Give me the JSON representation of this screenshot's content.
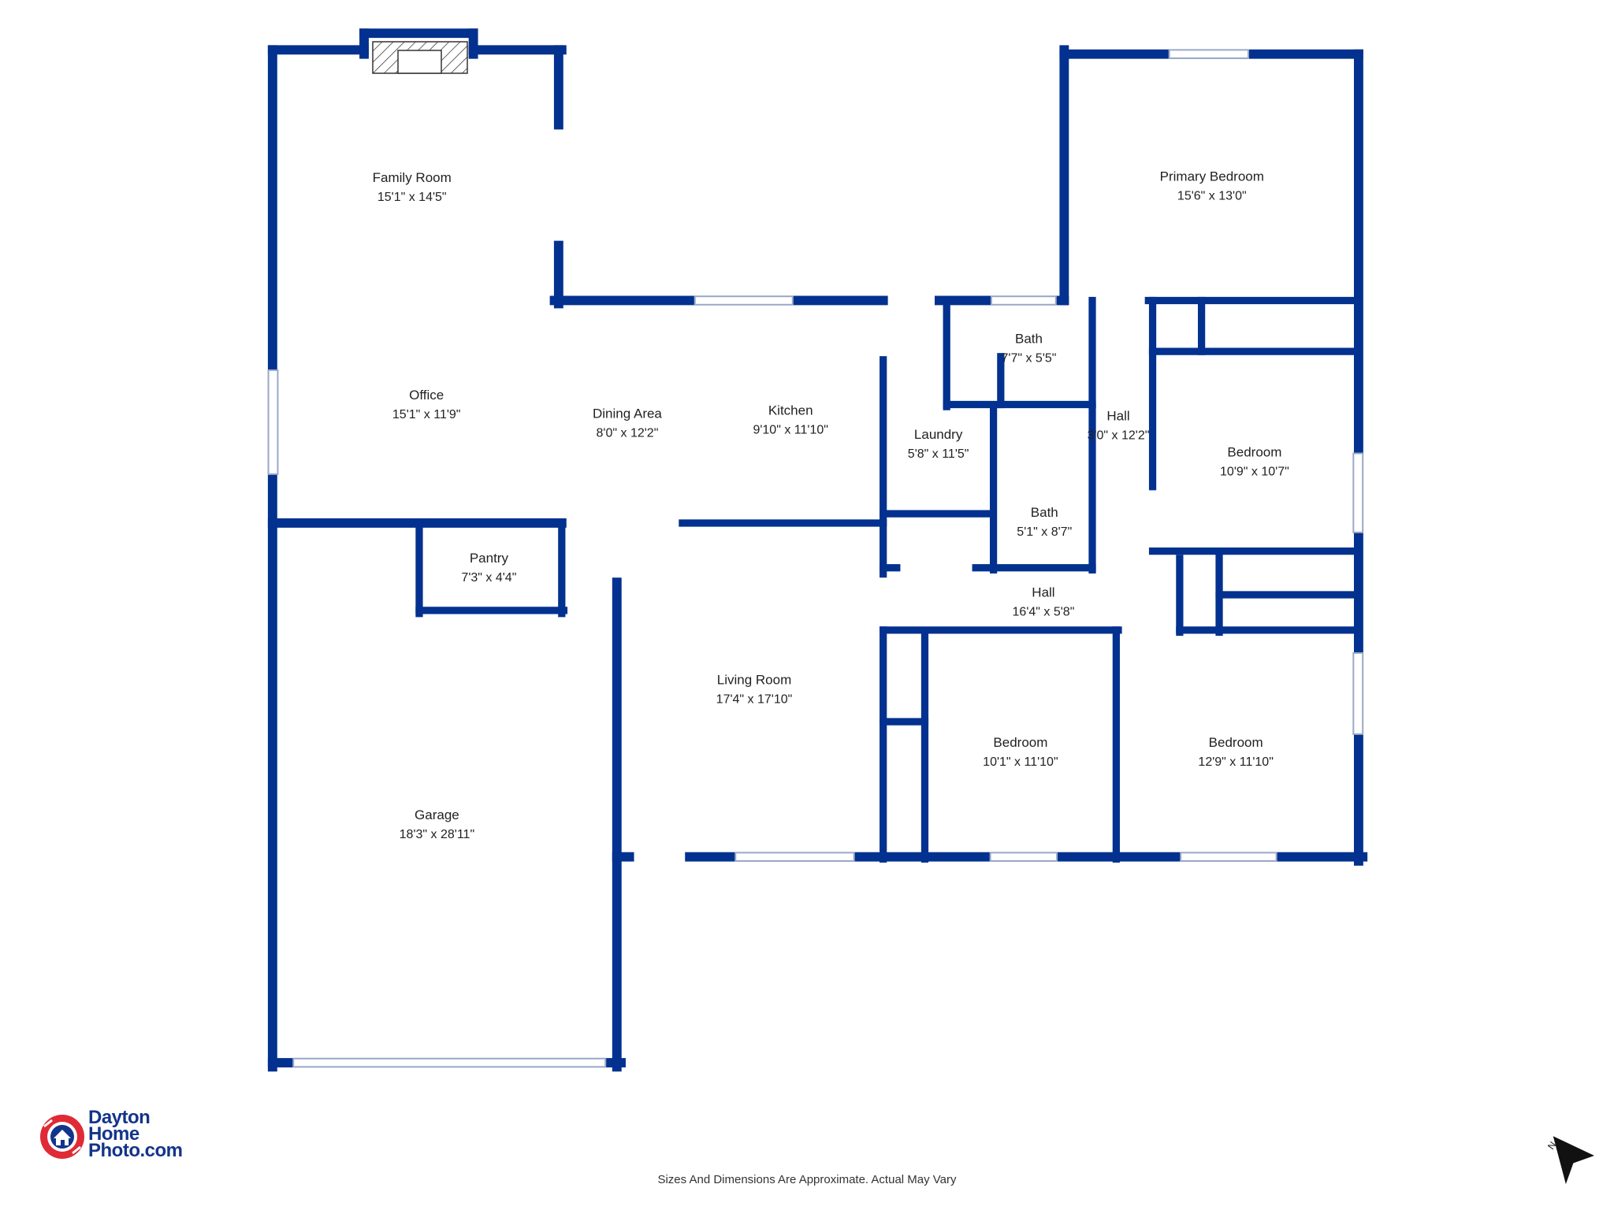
{
  "colors": {
    "wall": "#03318f",
    "window": "#9aa8c8",
    "text": "#222222",
    "logo_red": "#e02a35",
    "logo_blue": "#13348a",
    "compass": "#111111"
  },
  "rooms": [
    {
      "name": "Family Room",
      "dims": "15'1\" x 14'5\""
    },
    {
      "name": "Primary Bedroom",
      "dims": "15'6\" x 13'0\""
    },
    {
      "name": "Bath",
      "dims": "7'7\" x 5'5\""
    },
    {
      "name": "Office",
      "dims": "15'1\" x 11'9\""
    },
    {
      "name": "Dining Area",
      "dims": "8'0\" x 12'2\""
    },
    {
      "name": "Kitchen",
      "dims": "9'10\" x 11'10\""
    },
    {
      "name": "Laundry",
      "dims": "5'8\" x 11'5\""
    },
    {
      "name": "Hall",
      "dims": "3'0\" x 12'2\""
    },
    {
      "name": "Bedroom",
      "dims": "10'9\" x 10'7\""
    },
    {
      "name": "Bath",
      "dims": "5'1\" x 8'7\""
    },
    {
      "name": "Pantry",
      "dims": "7'3\" x 4'4\""
    },
    {
      "name": "Hall",
      "dims": "16'4\" x 5'8\""
    },
    {
      "name": "Living Room",
      "dims": "17'4\" x 17'10\""
    },
    {
      "name": "Bedroom",
      "dims": "10'1\" x 11'10\""
    },
    {
      "name": "Bedroom",
      "dims": "12'9\" x 11'10\""
    },
    {
      "name": "Garage",
      "dims": "18'3\" x 28'11\""
    }
  ],
  "logo": {
    "line1": "Dayton",
    "line2": "Home",
    "line3": "Photo.com"
  },
  "compass": {
    "label": "N"
  },
  "footer": {
    "disclaimer": "Sizes And Dimensions Are Approximate. Actual May Vary"
  }
}
